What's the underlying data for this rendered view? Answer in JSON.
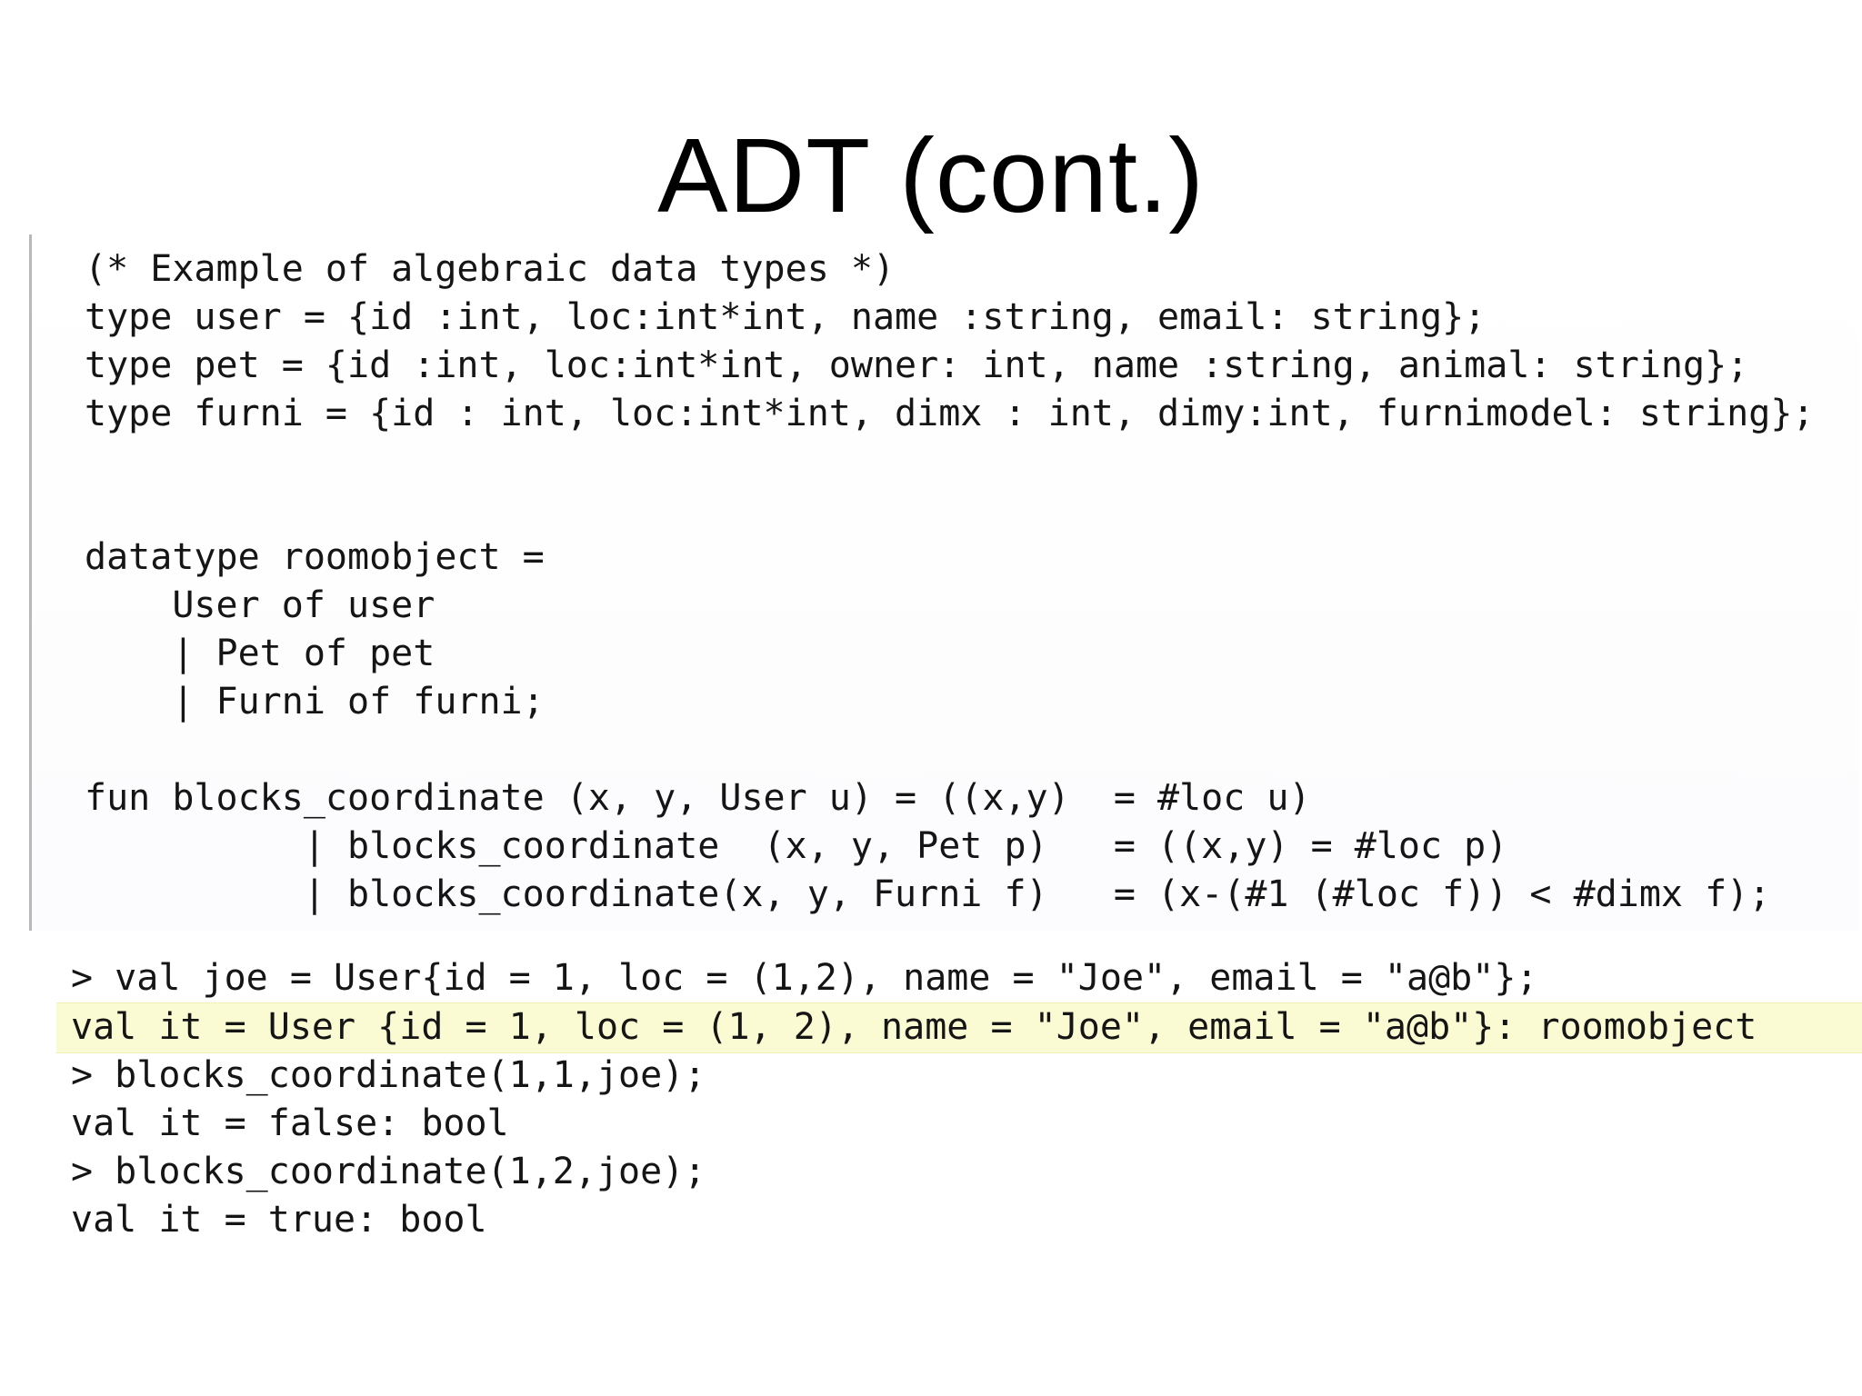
{
  "title": "ADT (cont.)",
  "code_lines": [
    "(* Example of algebraic data types *)",
    "type user = {id :int, loc:int*int, name :string, email: string};",
    "type pet = {id :int, loc:int*int, owner: int, name :string, animal: string};",
    "type furni = {id : int, loc:int*int, dimx : int, dimy:int, furnimodel: string};",
    "datatype roomobject =",
    "    User of user",
    "    | Pet of pet",
    "    | Furni of furni;",
    "fun blocks_coordinate (x, y, User u) = ((x,y)  = #loc u)",
    "          | blocks_coordinate  (x, y, Pet p)   = ((x,y) = #loc p)",
    "          | blocks_coordinate(x, y, Furni f)   = (x-(#1 (#loc f)) < #dimx f);"
  ],
  "repl_lines": [
    "> val joe = User{id = 1, loc = (1,2), name = \"Joe\", email = \"a@b\"};",
    "val it = User {id = 1, loc = (1, 2), name = \"Joe\", email = \"a@b\"}: roomobject",
    "> blocks_coordinate(1,1,joe);",
    "val it = false: bool",
    "> blocks_coordinate(1,2,joe);",
    "val it = true: bool"
  ]
}
